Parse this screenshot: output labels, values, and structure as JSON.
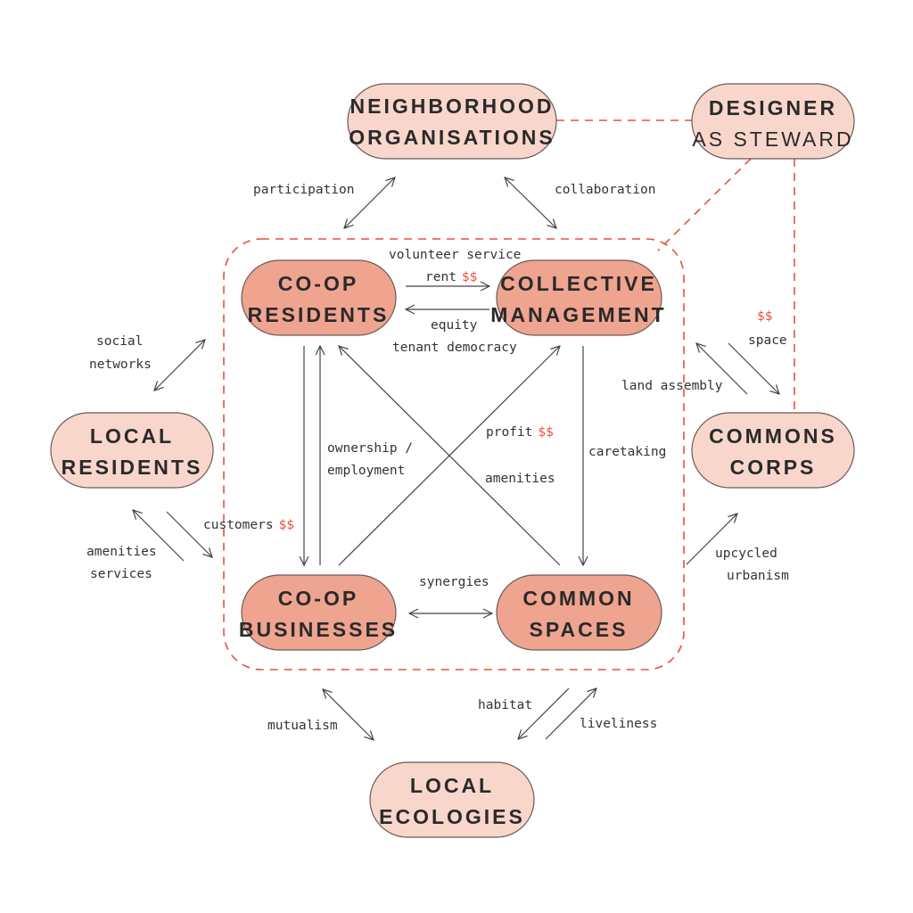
{
  "nodes": {
    "neighborhood_organisations": [
      "NEIGHBORHOOD",
      "ORGANISATIONS"
    ],
    "designer": [
      "DESIGNER",
      "AS STEWARD"
    ],
    "coop_residents": [
      "CO-OP",
      "RESIDENTS"
    ],
    "collective_management": [
      "COLLECTIVE",
      "MANAGEMENT"
    ],
    "local_residents": [
      "LOCAL",
      "RESIDENTS"
    ],
    "commons_corps": [
      "COMMONS",
      "CORPS"
    ],
    "coop_businesses": [
      "CO-OP",
      "BUSINESSES"
    ],
    "common_spaces": [
      "COMMON",
      "SPACES"
    ],
    "local_ecologies": [
      "LOCAL",
      "ECOLOGIES"
    ]
  },
  "labels": {
    "participation": "participation",
    "collaboration": "collaboration",
    "volunteer_service": "volunteer service",
    "rent": "rent",
    "rent_money": "$$",
    "equity": "equity",
    "tenant_democracy": "tenant democracy",
    "social_networks": [
      "social",
      "networks"
    ],
    "corps_money": "$$",
    "space": "space",
    "land_assembly": "land assembly",
    "ownership_employment": [
      "ownership /",
      "employment"
    ],
    "profit": "profit",
    "profit_money": "$$",
    "caretaking": "caretaking",
    "amenities": "amenities",
    "customers": "customers",
    "customers_money": "$$",
    "amenities_services": [
      "amenities",
      "services"
    ],
    "upcycled_urbanism": [
      "upcycled",
      "urbanism"
    ],
    "synergies": "synergies",
    "mutualism": "mutualism",
    "habitat": "habitat",
    "liveliness": "liveliness"
  },
  "colors": {
    "node_light": "#f9d6cc",
    "node_dark": "#efa48f",
    "dashed_accent": "#e8503a",
    "money_accent": "#e8503a"
  }
}
